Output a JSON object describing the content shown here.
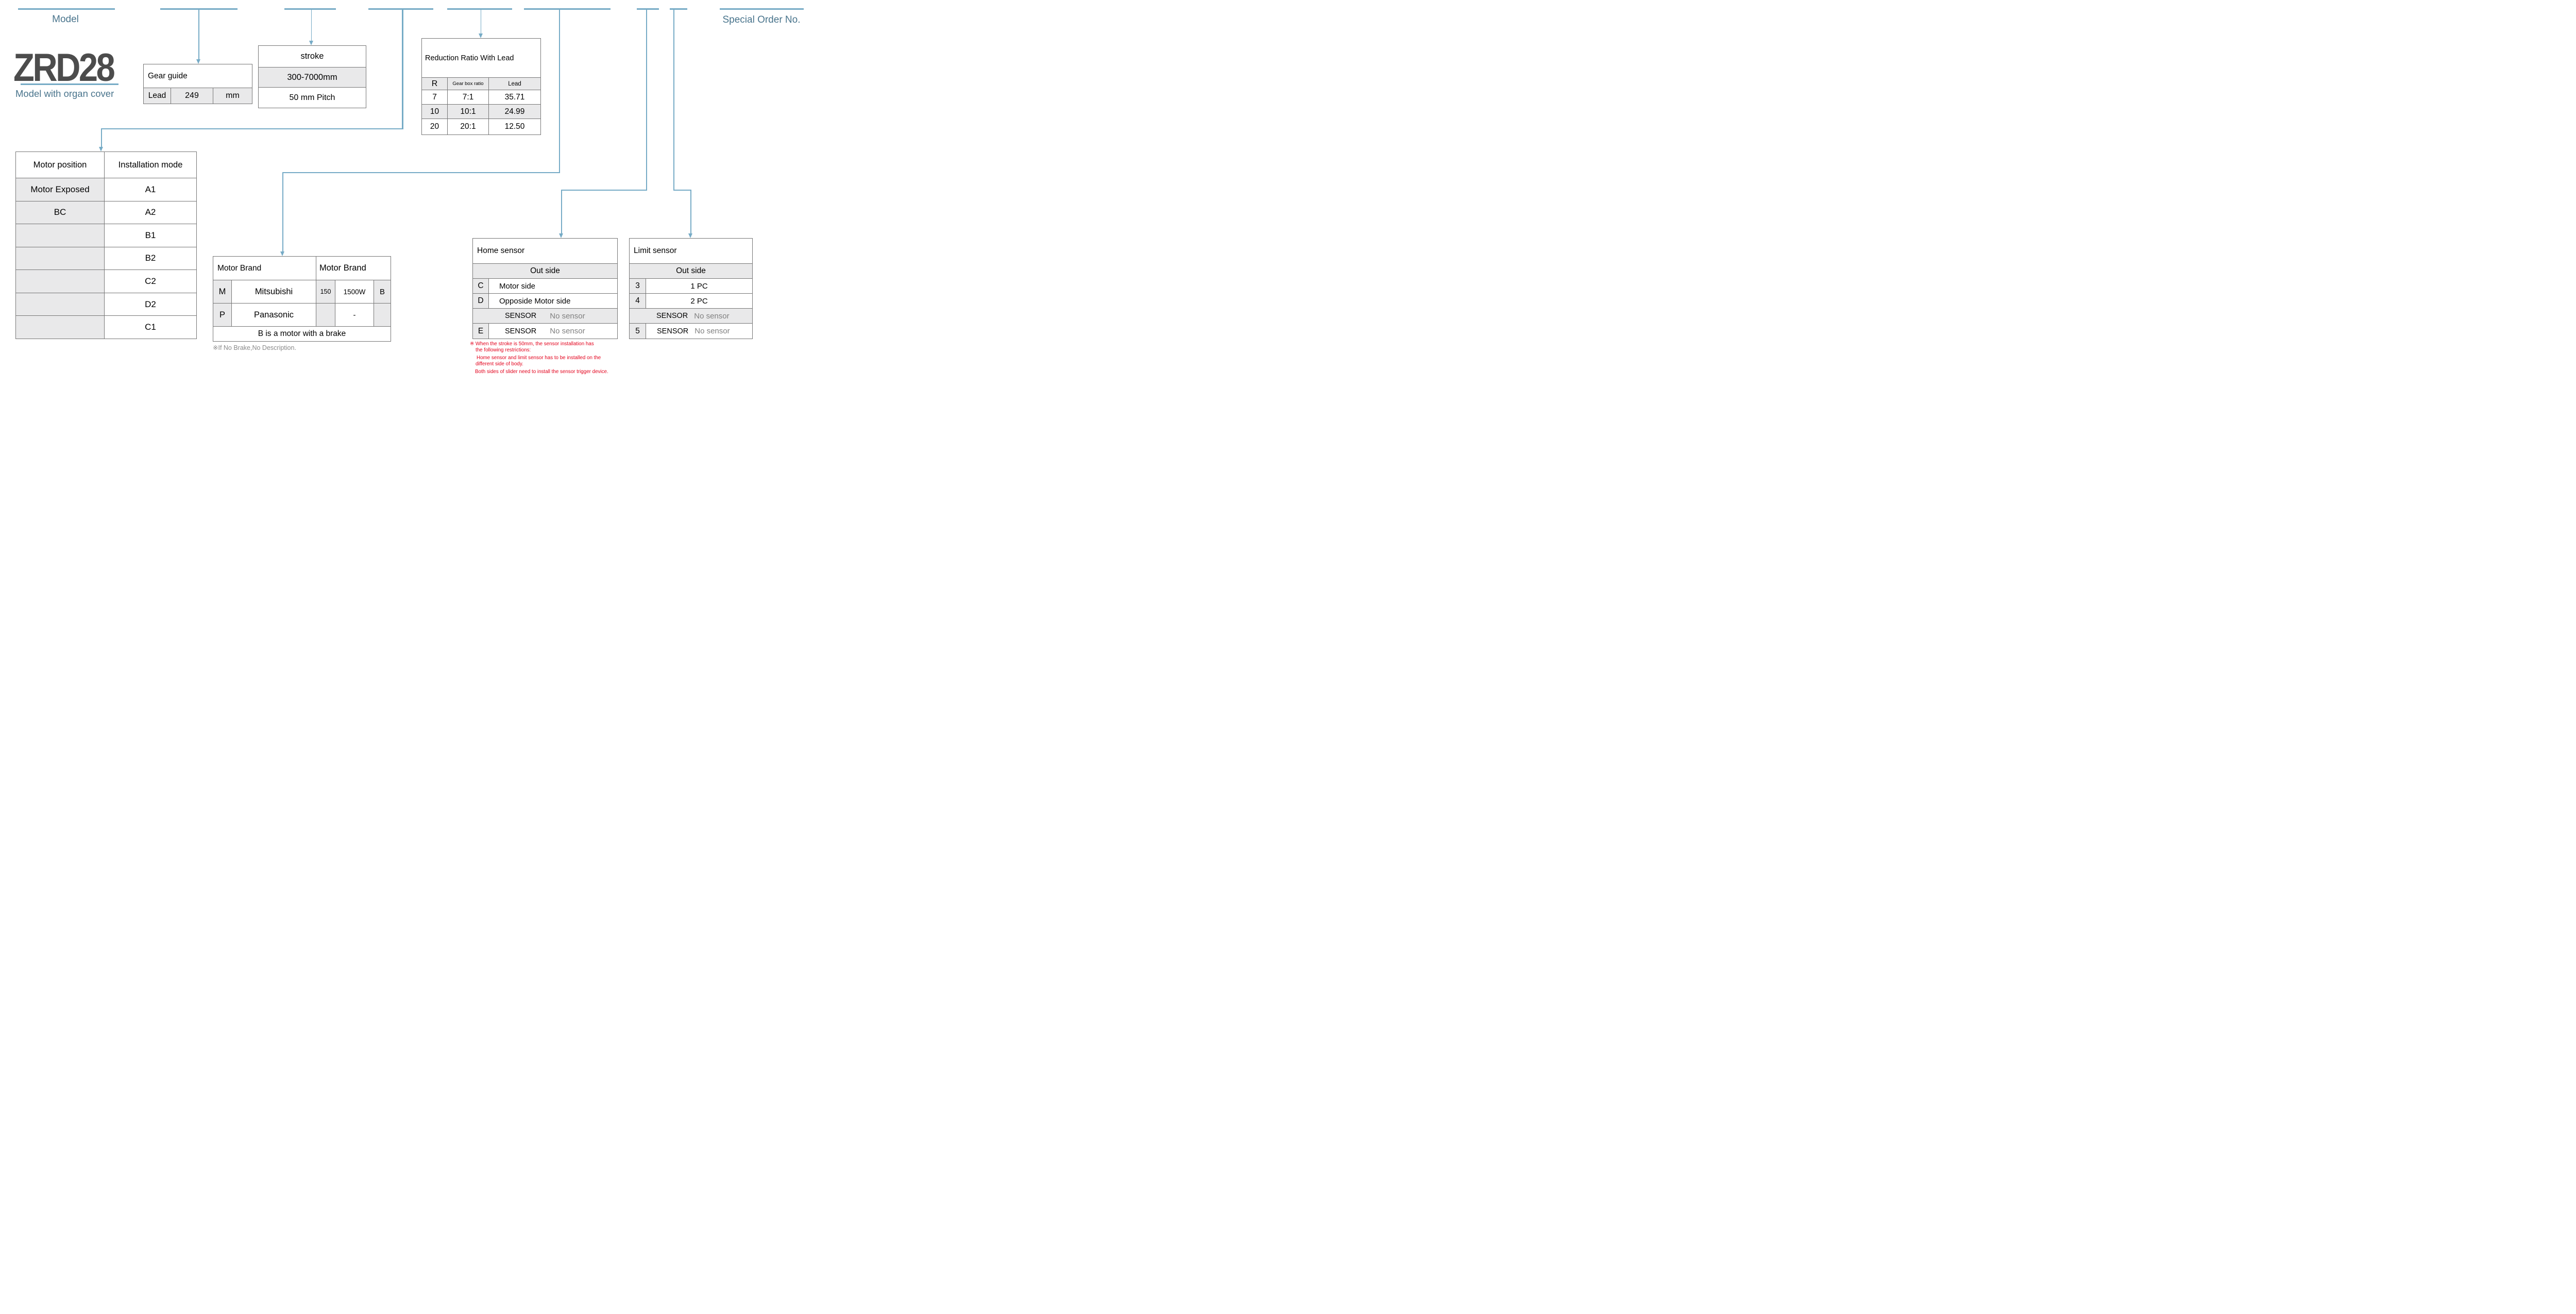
{
  "accent_colors": {
    "teal": "#49748c",
    "line_blue": "#76abc6",
    "red": "#e3001b"
  },
  "model": {
    "label": "Model",
    "code": "ZRD28",
    "subtitle": "Model with organ cover"
  },
  "special_order_label": "Special Order No.",
  "gear_guide": {
    "title": "Gear guide",
    "lead_label": "Lead",
    "lead_value": "249",
    "lead_unit": "mm"
  },
  "stroke": {
    "title": "stroke",
    "range": "300-7000mm",
    "pitch": "50 mm Pitch"
  },
  "reduction": {
    "title": "Reduction Ratio With Lead",
    "headers": [
      "R",
      "Gear box ratio",
      "Lead"
    ],
    "rows": [
      [
        "7",
        "7:1",
        "35.71"
      ],
      [
        "10",
        "10:1",
        "24.99"
      ],
      [
        "20",
        "20:1",
        "12.50"
      ]
    ]
  },
  "motor_position": {
    "header_left": "Motor position",
    "header_right": "Installation mode",
    "position_labels": [
      "Motor Exposed",
      "BC"
    ],
    "modes": [
      "A1",
      "A2",
      "B1",
      "B2",
      "C2",
      "D2",
      "C1"
    ]
  },
  "motor_brand": {
    "header_left": "Motor Brand",
    "header_right": "Motor Brand",
    "rows": [
      {
        "code": "M",
        "brand": "Mitsubishi",
        "watt_code": "150",
        "watt": "1500W",
        "brake": "B"
      },
      {
        "code": "P",
        "brand": "Panasonic",
        "watt_code": "",
        "watt": "-",
        "brake": ""
      }
    ],
    "brake_note": "B is a motor with a brake",
    "footnote": "※If No Brake,No Description."
  },
  "home_sensor": {
    "title": "Home sensor",
    "group": "Out side",
    "rows": [
      {
        "code": "C",
        "label": "Motor side"
      },
      {
        "code": "D",
        "label": "Opposide Motor side"
      }
    ],
    "no_sensor_row": {
      "label": "SENSOR",
      "value": "No sensor"
    },
    "last_row": {
      "code": "E",
      "label": "SENSOR",
      "value": "No sensor"
    }
  },
  "limit_sensor": {
    "title": "Limit sensor",
    "group": "Out side",
    "rows": [
      {
        "code": "3",
        "label": "1 PC"
      },
      {
        "code": "4",
        "label": "2 PC"
      }
    ],
    "no_sensor_row": {
      "label": "SENSOR",
      "value": "No sensor"
    },
    "last_row": {
      "code": "5",
      "label": "SENSOR",
      "value": "No sensor"
    }
  },
  "notes": {
    "lines": [
      "※ When the stroke is 50mm, the sensor installation has",
      "the following restrictions:",
      "Home sensor and limit sensor has to be installed on the",
      "different side of body.",
      "Both sides of slider need to install the sensor trigger device."
    ]
  }
}
